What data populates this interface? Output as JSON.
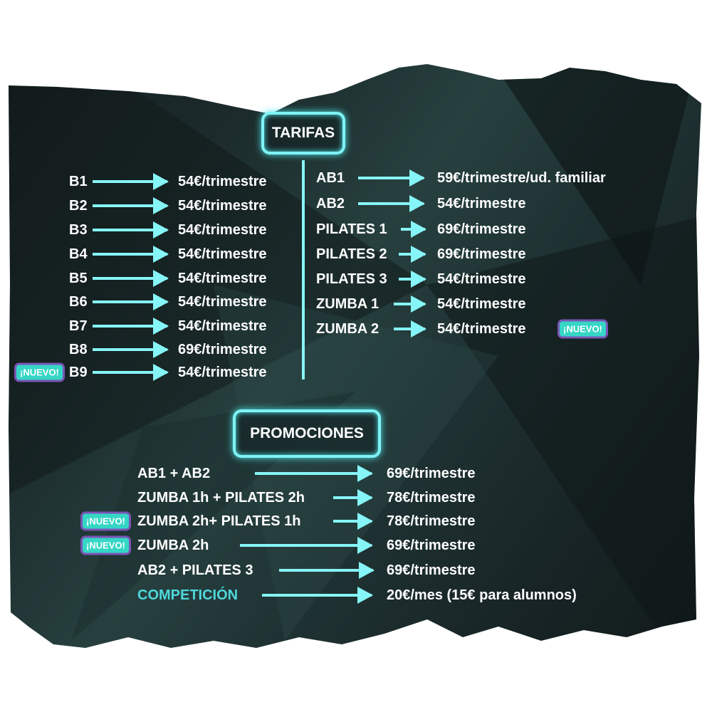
{
  "tarifas": {
    "title": "TARIFAS",
    "left": [
      {
        "label": "B1",
        "price": "54€/trimestre"
      },
      {
        "label": "B2",
        "price": "54€/trimestre"
      },
      {
        "label": "B3",
        "price": "54€/trimestre"
      },
      {
        "label": "B4",
        "price": "54€/trimestre"
      },
      {
        "label": "B5",
        "price": "54€/trimestre"
      },
      {
        "label": "B6",
        "price": "54€/trimestre"
      },
      {
        "label": "B7",
        "price": "54€/trimestre"
      },
      {
        "label": "B8",
        "price": "69€/trimestre"
      },
      {
        "label": "B9",
        "price": "54€/trimestre",
        "badge": "¡NUEVO!"
      }
    ],
    "right": [
      {
        "label": "AB1",
        "price": "59€/trimestre/ud. familiar"
      },
      {
        "label": "AB2",
        "price": "54€/trimestre"
      },
      {
        "label": "PILATES 1",
        "price": "69€/trimestre"
      },
      {
        "label": "PILATES 2",
        "price": "69€/trimestre"
      },
      {
        "label": "PILATES 3",
        "price": "54€/trimestre"
      },
      {
        "label": "ZUMBA 1",
        "price": "54€/trimestre"
      },
      {
        "label": "ZUMBA 2",
        "price": "54€/trimestre",
        "badge": "¡NUEVO!"
      }
    ]
  },
  "promociones": {
    "title": "PROMOCIONES",
    "items": [
      {
        "label": "AB1 + AB2",
        "price": "69€/trimestre"
      },
      {
        "label": "ZUMBA 1h + PILATES 2h",
        "price": "78€/trimestre"
      },
      {
        "label": "ZUMBA 2h+ PILATES  1h",
        "price": "78€/trimestre",
        "badge": "¡NUEVO!"
      },
      {
        "label": "ZUMBA 2h",
        "price": "69€/trimestre",
        "badge": "¡NUEVO!"
      },
      {
        "label": "AB2 + PILATES 3",
        "price": "69€/trimestre"
      },
      {
        "label": "COMPETICIÓN",
        "price": "20€/mes (15€ para alumnos)",
        "highlight": true
      }
    ]
  },
  "colors": {
    "accent": "#86f5f7",
    "badge": "#35d6c5",
    "badge_border": "#7a55b5",
    "highlight": "#4fd8dc"
  }
}
